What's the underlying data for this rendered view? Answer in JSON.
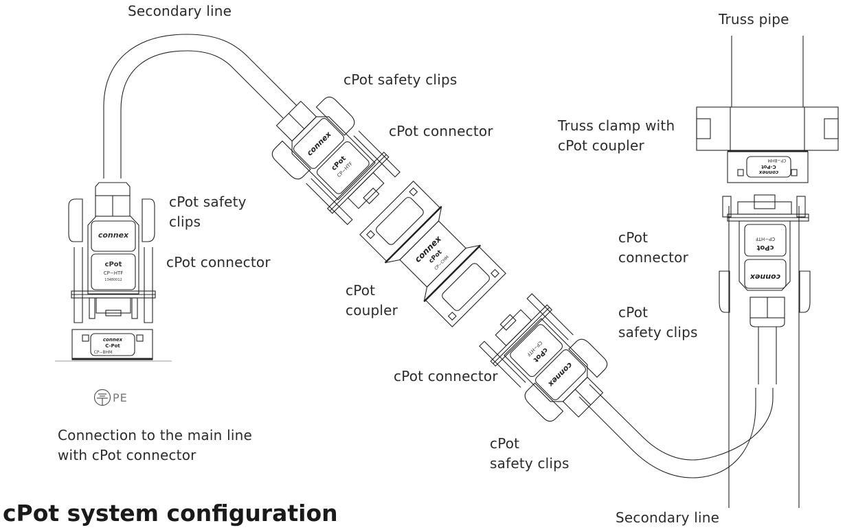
{
  "title": "cPot system configuration",
  "labels": {
    "secondary_line_top": "Secondary line",
    "safety_clips_top": "cPot safety clips",
    "connector_top": "cPot connector",
    "left_safety_clips_1": "cPot safety",
    "left_safety_clips_2": "clips",
    "left_connector": "cPot connector",
    "coupler_1": "cPot",
    "coupler_2": "coupler",
    "connector_bottom": "cPot connector",
    "safety_clips_bottom_1": "cPot",
    "safety_clips_bottom_2": "safety clips",
    "truss_pipe": "Truss pipe",
    "truss_clamp_1": "Truss clamp with",
    "truss_clamp_2": "cPot coupler",
    "right_connector_1": "cPot",
    "right_connector_2": "connector",
    "right_safety_clips_1": "cPot",
    "right_safety_clips_2": "safety clips",
    "main_line_1": "Connection to the main line",
    "main_line_2": "with cPot connector",
    "secondary_line_bottom": "Secondary line",
    "pe": "PE"
  },
  "parts": {
    "brand": "connex",
    "product": "cPot",
    "connector_model": "CP-HTF",
    "connector_serial": "13480012",
    "coupler_model": "CP-CHM",
    "bulkhead_model": "CP-BHM",
    "bulkhead_product": "C-Pot"
  },
  "icons": {
    "ground": "protective-earth-icon"
  }
}
